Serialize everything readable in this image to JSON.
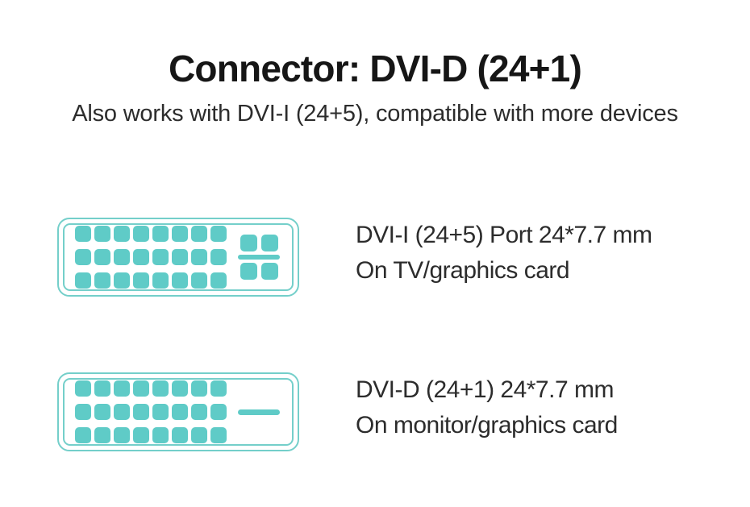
{
  "page": {
    "title": "Connector: DVI-D (24+1)",
    "subtitle": "Also works with DVI-I (24+5), compatible with more devices"
  },
  "colors": {
    "teal": "#5fcbc7",
    "teal_border": "#74cfca",
    "title_text": "#161616",
    "body_text": "#2c2c2c",
    "background": "#ffffff"
  },
  "connectors": [
    {
      "id": "dvi-i",
      "name": "DVI-I (24+5)",
      "pin_rows": 3,
      "pin_cols": 8,
      "pin_count": 24,
      "analog_section": "four corner pins with horizontal ground blade",
      "label_line1": "DVI-I (24+5) Port 24*7.7 mm",
      "label_line2": "On TV/graphics card"
    },
    {
      "id": "dvi-d",
      "name": "DVI-D (24+1)",
      "pin_rows": 3,
      "pin_cols": 8,
      "pin_count": 24,
      "analog_section": "horizontal ground blade only",
      "label_line1": "DVI-D (24+1) 24*7.7 mm",
      "label_line2": "On monitor/graphics card"
    }
  ]
}
